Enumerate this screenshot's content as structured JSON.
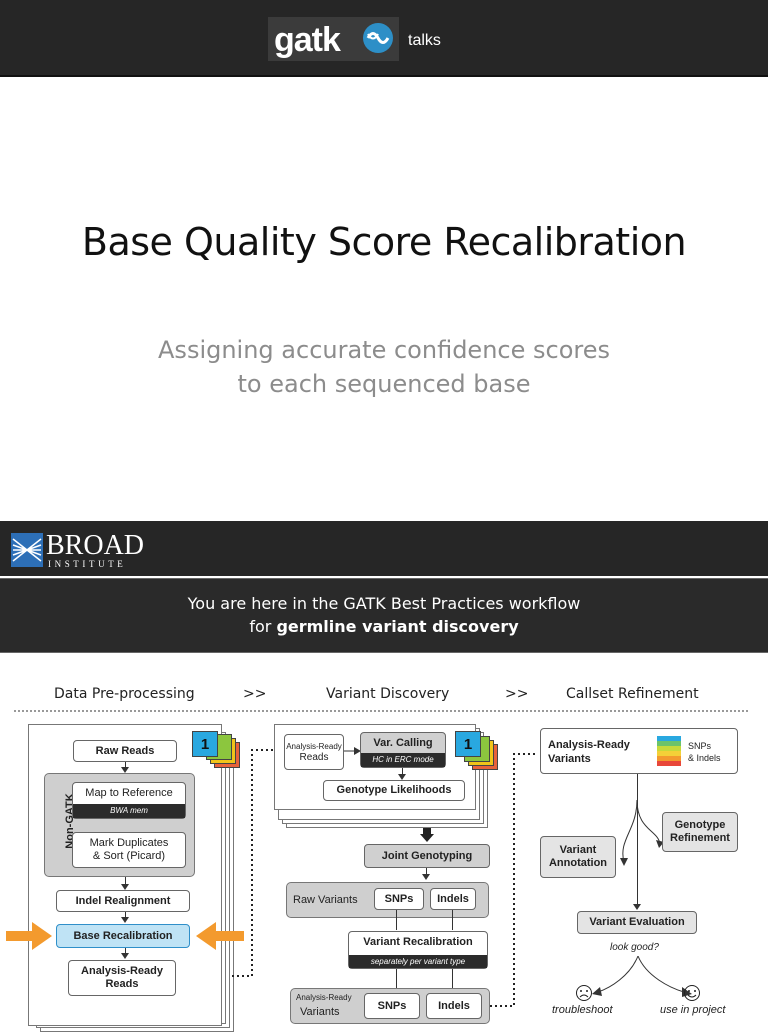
{
  "header": {
    "logo_text": "gatk",
    "logo_suffix": "talks"
  },
  "slide1": {
    "title": "Base Quality Score Recalibration",
    "subtitle_line1": "Assigning accurate confidence scores",
    "subtitle_line2": "to each sequenced base"
  },
  "slide2": {
    "org_name": "BROAD",
    "org_sub": "INSTITUTE",
    "banner_line1": "You are here in the GATK Best Practices workflow",
    "banner_line2_prefix": "for ",
    "banner_line2_bold": "germline variant discovery",
    "phases": [
      "Data Pre-processing",
      ">>",
      "Variant Discovery",
      ">>",
      "Callset Refinement"
    ],
    "preproc": {
      "raw_reads": "Raw Reads",
      "non_gatk": "Non-GATK",
      "map_ref": "Map to Reference",
      "bwa": "BWA mem",
      "mark_dup_1": "Mark Duplicates",
      "mark_dup_2": "& Sort (Picard)",
      "indel_realign": "Indel Realignment",
      "base_recal": "Base Recalibration",
      "ar_reads_1": "Analysis-Ready",
      "ar_reads_2": "Reads",
      "sample_count": "1"
    },
    "discovery": {
      "ar_small_1": "Analysis-Ready",
      "ar_small_2": "Reads",
      "var_calling": "Var. Calling",
      "hc_erc": "HC in ERC mode",
      "geno_lik": "Genotype Likelihoods",
      "joint_geno": "Joint Genotyping",
      "raw_variants": "Raw Variants",
      "snps": "SNPs",
      "indels": "Indels",
      "var_recal": "Variant Recalibration",
      "sep_per_type": "separately per variant type",
      "ar_variants_1": "Analysis-Ready",
      "ar_variants_2": "Variants",
      "snps2": "SNPs",
      "indels2": "Indels",
      "sample_count": "1"
    },
    "refinement": {
      "ar_var_1": "Analysis-Ready",
      "ar_var_2": "Variants",
      "snps_indels_1": "SNPs",
      "snps_indels_2": "& Indels",
      "var_annot_1": "Variant",
      "var_annot_2": "Annotation",
      "geno_ref_1": "Genotype",
      "geno_ref_2": "Refinement",
      "var_eval": "Variant Evaluation",
      "look_good": "look good?",
      "troubleshoot": "troubleshoot",
      "use_in_project": "use in project"
    },
    "colors": {
      "highlight_arrow": "#f39a2e",
      "recal_fill": "#bfe3f5",
      "sample_badge": "#29a8e0"
    }
  }
}
